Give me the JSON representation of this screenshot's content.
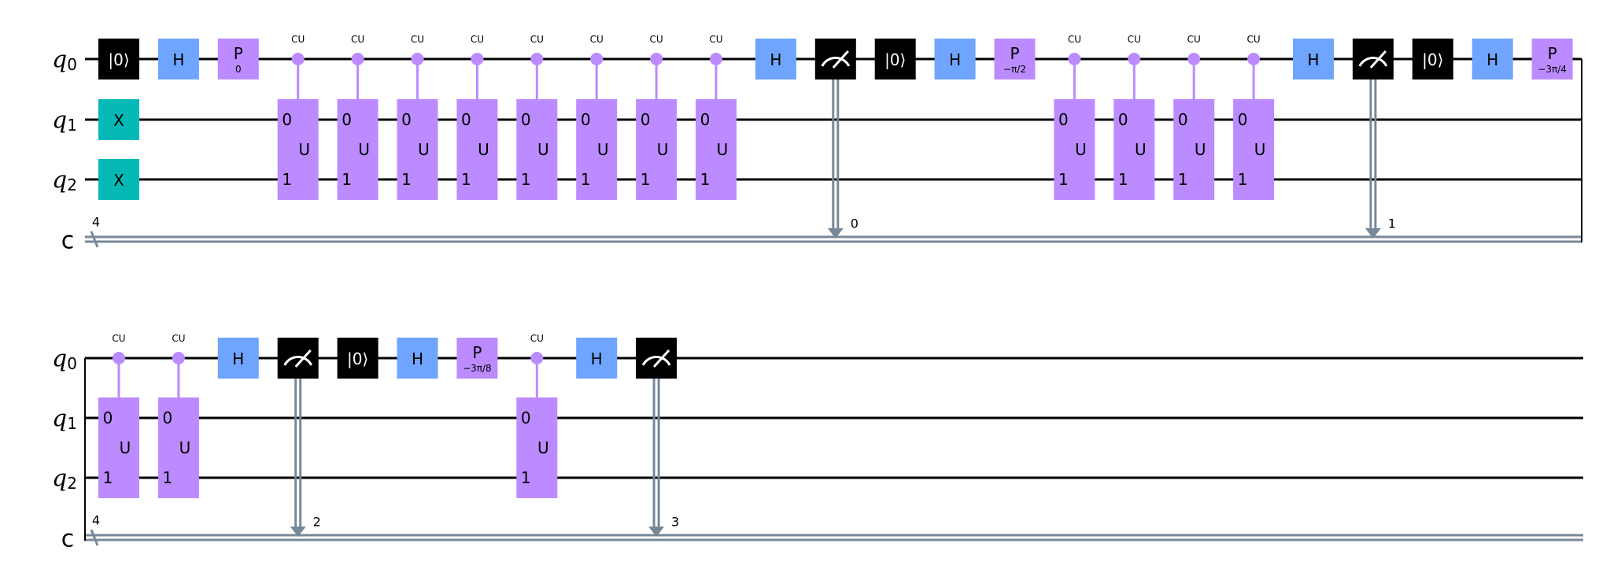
{
  "circuit": {
    "qubits": [
      "q",
      "q",
      "q"
    ],
    "qubit_indices": [
      "0",
      "1",
      "2"
    ],
    "classical_register": "c",
    "classical_width": "4",
    "colors": {
      "reset": "#000000",
      "hadamard": "#6fa4ff",
      "x_gate": "#05bab6",
      "phase": "#bb8bff",
      "controlled_u": "#bb8bff",
      "measure": "#000000",
      "classical_wire": "#778899",
      "quantum_wire": "#000000"
    },
    "labels": {
      "reset": "|0⟩",
      "hadamard": "H",
      "x_gate": "X",
      "phase": "P",
      "cu_top": "CU",
      "cu_body": "U",
      "cu_target0": "0",
      "cu_target1": "1"
    },
    "rows": [
      {
        "row": 1,
        "gates": [
          {
            "type": "reset",
            "qubit": 0,
            "col": 0
          },
          {
            "type": "x",
            "qubit": 1,
            "col": 0
          },
          {
            "type": "x",
            "qubit": 2,
            "col": 0
          },
          {
            "type": "h",
            "qubit": 0,
            "col": 1
          },
          {
            "type": "p",
            "qubit": 0,
            "col": 2,
            "param": "0"
          },
          {
            "type": "cu",
            "col": 3
          },
          {
            "type": "cu",
            "col": 4
          },
          {
            "type": "cu",
            "col": 5
          },
          {
            "type": "cu",
            "col": 6
          },
          {
            "type": "cu",
            "col": 7
          },
          {
            "type": "cu",
            "col": 8
          },
          {
            "type": "cu",
            "col": 9
          },
          {
            "type": "cu",
            "col": 10
          },
          {
            "type": "h",
            "qubit": 0,
            "col": 11
          },
          {
            "type": "measure",
            "qubit": 0,
            "col": 12,
            "cbit": "0"
          },
          {
            "type": "reset",
            "qubit": 0,
            "col": 13
          },
          {
            "type": "h",
            "qubit": 0,
            "col": 14
          },
          {
            "type": "p",
            "qubit": 0,
            "col": 15,
            "param": "−π/2"
          },
          {
            "type": "cu",
            "col": 16
          },
          {
            "type": "cu",
            "col": 17
          },
          {
            "type": "cu",
            "col": 18
          },
          {
            "type": "cu",
            "col": 19
          },
          {
            "type": "h",
            "qubit": 0,
            "col": 20
          },
          {
            "type": "measure",
            "qubit": 0,
            "col": 21,
            "cbit": "1"
          },
          {
            "type": "reset",
            "qubit": 0,
            "col": 22
          },
          {
            "type": "h",
            "qubit": 0,
            "col": 23
          },
          {
            "type": "p",
            "qubit": 0,
            "col": 24,
            "param": "−3π/4"
          }
        ]
      },
      {
        "row": 2,
        "gates": [
          {
            "type": "cu",
            "col": 0
          },
          {
            "type": "cu",
            "col": 1
          },
          {
            "type": "h",
            "qubit": 0,
            "col": 2
          },
          {
            "type": "measure",
            "qubit": 0,
            "col": 3,
            "cbit": "2"
          },
          {
            "type": "reset",
            "qubit": 0,
            "col": 4
          },
          {
            "type": "h",
            "qubit": 0,
            "col": 5
          },
          {
            "type": "p",
            "qubit": 0,
            "col": 6,
            "param": "−3π/8"
          },
          {
            "type": "cu",
            "col": 7
          },
          {
            "type": "h",
            "qubit": 0,
            "col": 8
          },
          {
            "type": "measure",
            "qubit": 0,
            "col": 9,
            "cbit": "3"
          }
        ]
      }
    ]
  }
}
